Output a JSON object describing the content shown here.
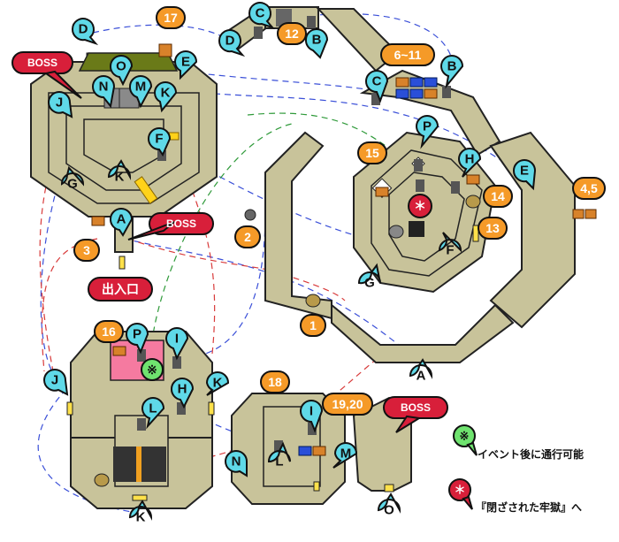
{
  "markers": {
    "cyan": [
      "D",
      "C",
      "D",
      "B",
      "E",
      "O",
      "N",
      "M",
      "K",
      "J",
      "F",
      "K",
      "G",
      "A",
      "C",
      "P",
      "H",
      "B",
      "E",
      "G",
      "F",
      "A",
      "P",
      "I",
      "J",
      "H",
      "K",
      "L",
      "I",
      "N",
      "L",
      "M",
      "O",
      "K"
    ],
    "orange": [
      "17",
      "12",
      "6~11",
      "15",
      "14",
      "13",
      "4,5",
      "3",
      "2",
      "1",
      "16",
      "18",
      "19,20"
    ],
    "boss": [
      "BOSS",
      "BOSS",
      "BOSS"
    ],
    "entrance": "出入口",
    "green_symbol": "※",
    "red_symbol": "＊"
  },
  "legend": {
    "event_text": "イベント後に通行可能",
    "prison_text": "『閉ざされた牢獄』へ"
  },
  "colors": {
    "floor": "#c8c39a",
    "cyan_marker": "#5fd9e8",
    "orange_marker": "#f59a28",
    "boss_marker": "#d81f3a",
    "route_blue": "#3a4fd8",
    "route_red": "#d83a3a",
    "route_green": "#2f9a3a"
  }
}
